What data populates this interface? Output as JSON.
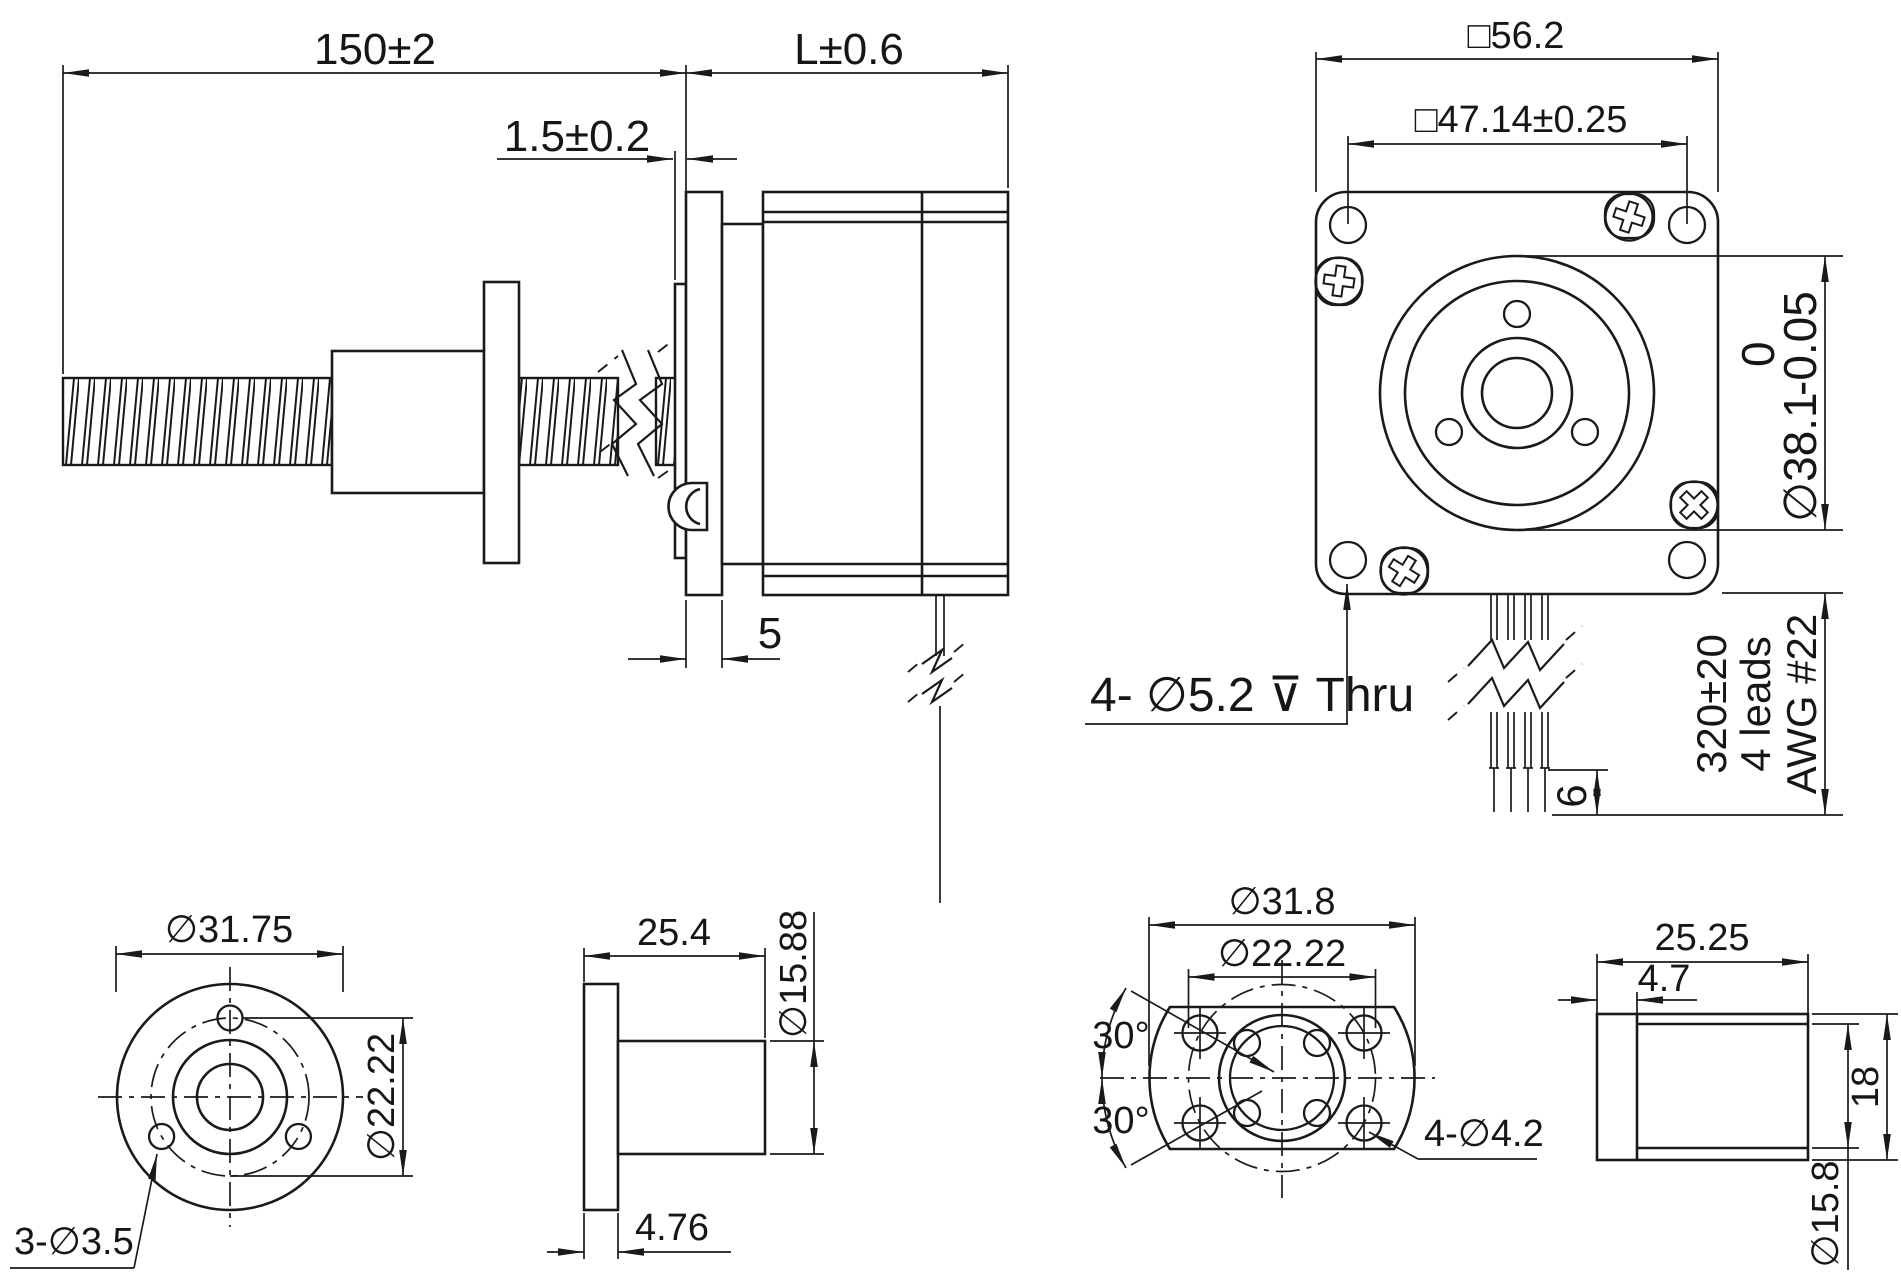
{
  "colors": {
    "line": "#1a1a1a",
    "background": "#ffffff"
  },
  "views": {
    "motor_side": {
      "dims": {
        "screw_length": "150±2",
        "motor_length": "L±0.6",
        "pilot_boss_height": "1.5±0.2",
        "flange_thickness": "5"
      }
    },
    "motor_front": {
      "dims": {
        "frame_size": "□56.2",
        "mount_hole_spacing": "□47.14±0.25",
        "pilot_diameter": "∅38.1",
        "pilot_tol_upper": "0",
        "pilot_tol_lower": "-0.05",
        "mount_holes": "4- ∅5.2 ⊽ Thru",
        "lead_length": "320±20",
        "lead_count": "4 leads",
        "lead_gauge": "AWG #22",
        "strip_length": "6"
      }
    },
    "nut_flange_front": {
      "dims": {
        "outer_diameter": "∅31.75",
        "bolt_circle_diameter": "∅22.22",
        "mount_holes": "3-∅3.5"
      }
    },
    "nut_flange_side": {
      "dims": {
        "overall_length": "25.4",
        "body_diameter": "∅15.88",
        "flange_thickness": "4.76"
      }
    },
    "abl_nut_front": {
      "dims": {
        "outer_diameter": "∅31.8",
        "bolt_circle_diameter": "∅22.22",
        "hole_angle_upper": "30°",
        "hole_angle_lower": "30°",
        "mount_holes": "4-∅4.2"
      }
    },
    "abl_nut_side": {
      "dims": {
        "overall_length": "25.25",
        "flange_thickness": "4.7",
        "body_height": "18",
        "body_diameter": "∅15.8"
      }
    }
  }
}
